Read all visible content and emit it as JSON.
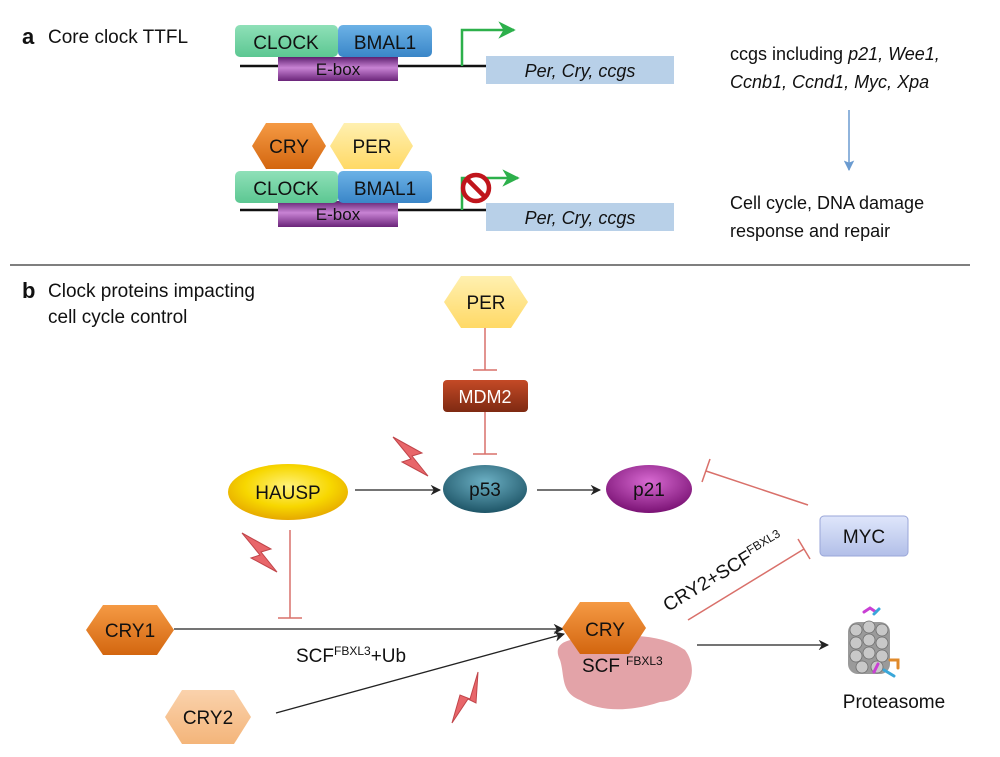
{
  "panel_a": {
    "letter": "a",
    "title": "Core clock TTFL",
    "top": {
      "clock": "CLOCK",
      "bmal1": "BMAL1",
      "ebox": "E-box",
      "gene": "Per, Cry, ccgs"
    },
    "bottom": {
      "cry": "CRY",
      "per": "PER",
      "clock": "CLOCK",
      "bmal1": "BMAL1",
      "ebox": "E-box",
      "gene": "Per, Cry, ccgs"
    },
    "ccgs_line1_prefix": "ccgs including ",
    "ccgs_line1_genes": "p21, Wee1,",
    "ccgs_line2": "Ccnb1, Ccnd1, Myc, Xpa",
    "outcome_line1": "Cell cycle, DNA damage",
    "outcome_line2": "response and repair"
  },
  "panel_b": {
    "letter": "b",
    "title_line1": "Clock proteins impacting",
    "title_line2": "cell cycle control",
    "per": "PER",
    "mdm2": "MDM2",
    "hausp": "HAUSP",
    "p53": "p53",
    "p21": "p21",
    "myc": "MYC",
    "cry1": "CRY1",
    "cry2": "CRY2",
    "cry": "CRY",
    "scf_base": "SCF",
    "scf_sup": "FBXL3",
    "ub_suffix": "+Ub",
    "cry2_scf_prefix": "CRY2+SCF",
    "proteasome": "Proteasome"
  },
  "colors": {
    "clock": "#6fd0a0",
    "bmal1": "#4a9ad8",
    "ebox": "#8a3b9a",
    "gene_bar": "#b8d0e8",
    "cry_dark": "#e57a1e",
    "cry_light": "#f6c18e",
    "per": "#ffe48a",
    "mdm2": "#a0381c",
    "hausp": "#f4d000",
    "p53": "#2a6f83",
    "p21": "#9c2596",
    "myc": "#c7d1f0",
    "inhibit": "#d9706a",
    "activate_arrow": "#2db04b",
    "stop_sign": "#c0151c",
    "damage_bolt": "#e8666a",
    "scf_blob": "#e3a3a8",
    "down_arrow": "#6b9bd0"
  }
}
